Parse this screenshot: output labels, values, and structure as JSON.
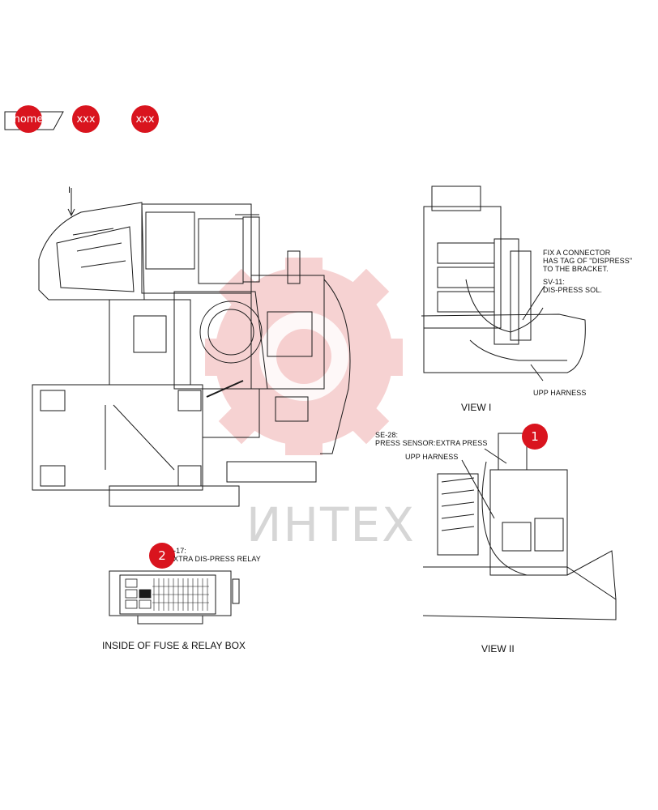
{
  "nav": {
    "home_label": "home",
    "btn2_label": "xxx",
    "btn3_label": "xxx"
  },
  "callouts": {
    "c1": "1",
    "c2": "2"
  },
  "labels": {
    "view_marker": "I",
    "fix_connector": [
      "FIX A CONNECTOR",
      "HAS TAG OF \"DISPRESS\"",
      "TO THE BRACKET."
    ],
    "sv11": [
      "SV-11:",
      "DIS-PRESS SOL."
    ],
    "upp_harness_1": "UPP HARNESS",
    "view_1": "VIEW I",
    "se28": [
      "SE-28:",
      "PRESS SENSOR:EXTRA PRESS"
    ],
    "upp_harness_2": "UPP HARNESS",
    "relay": [
      "-17:",
      "XTRA DIS-PRESS RELAY"
    ],
    "fuse_box": "INSIDE OF FUSE & RELAY BOX",
    "view_2": "VIEW II"
  },
  "watermark": "ИНТЕХ",
  "colors": {
    "accent": "#d9141e",
    "line": "#1a1a1a",
    "watermark": "#f2b5b5"
  }
}
